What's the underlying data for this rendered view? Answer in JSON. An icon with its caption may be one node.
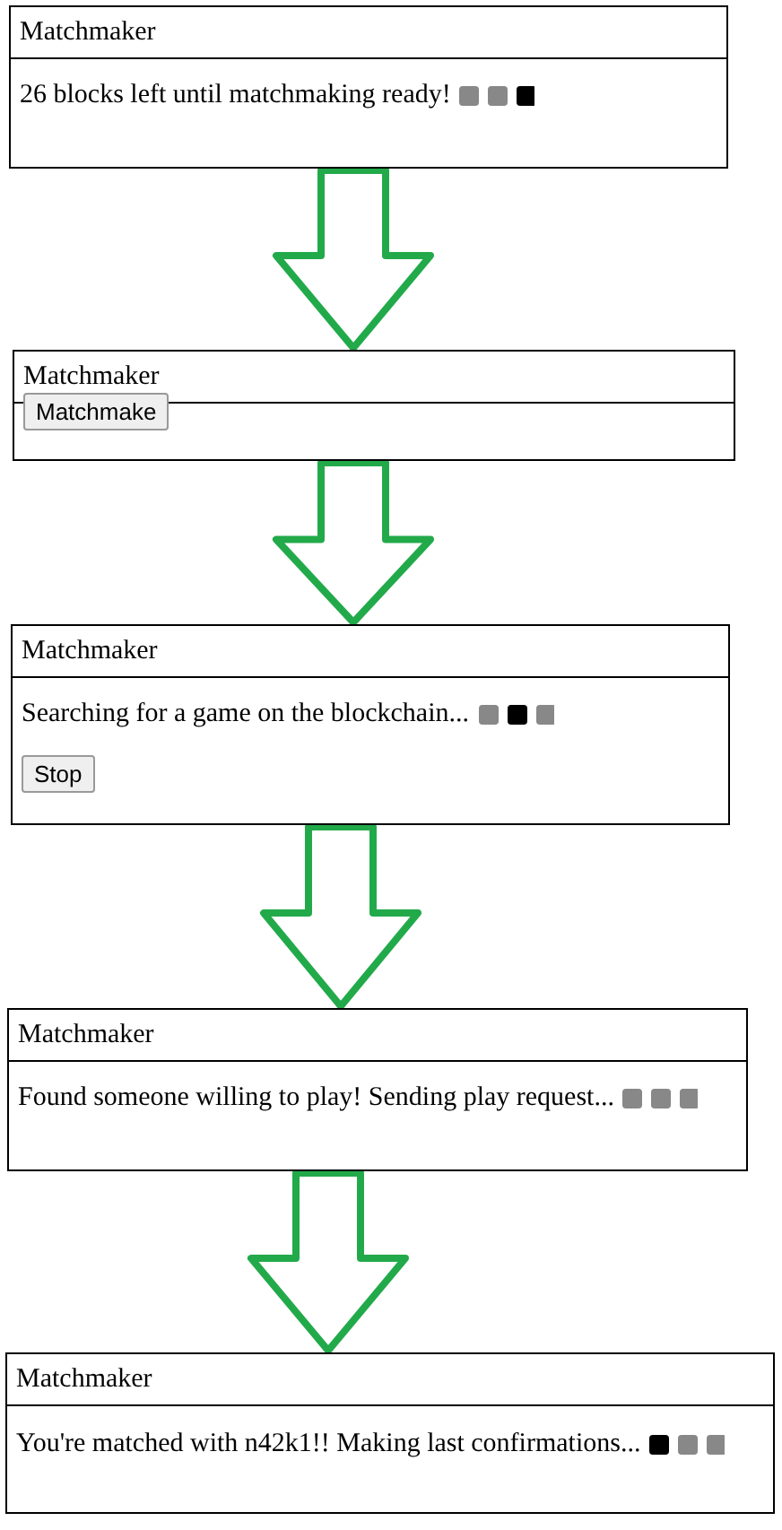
{
  "diagram": {
    "nodes": [
      {
        "text": [
          "Matchmaker",
          "26 blocks left until matchmaking ready!"
        ]
      },
      {
        "text": [
          "Matchmaker",
          "Matchmake"
        ]
      },
      {
        "text": [
          "Matchmaker",
          "Searching for a game on the blockchain...",
          "Stop"
        ]
      },
      {
        "text": [
          "Matchmaker",
          "Found someone willing to play! Sending play request..."
        ]
      },
      {
        "text": [
          "Matchmaker",
          "You're matched with n42k1!! Making last confirmations..."
        ]
      }
    ],
    "edges": [
      {
        "from": 0,
        "to": 1,
        "arrow": "to"
      },
      {
        "from": 1,
        "to": 2,
        "arrow": "to"
      },
      {
        "from": 2,
        "to": 3,
        "arrow": "to"
      },
      {
        "from": 3,
        "to": 4,
        "arrow": "to"
      }
    ]
  }
}
